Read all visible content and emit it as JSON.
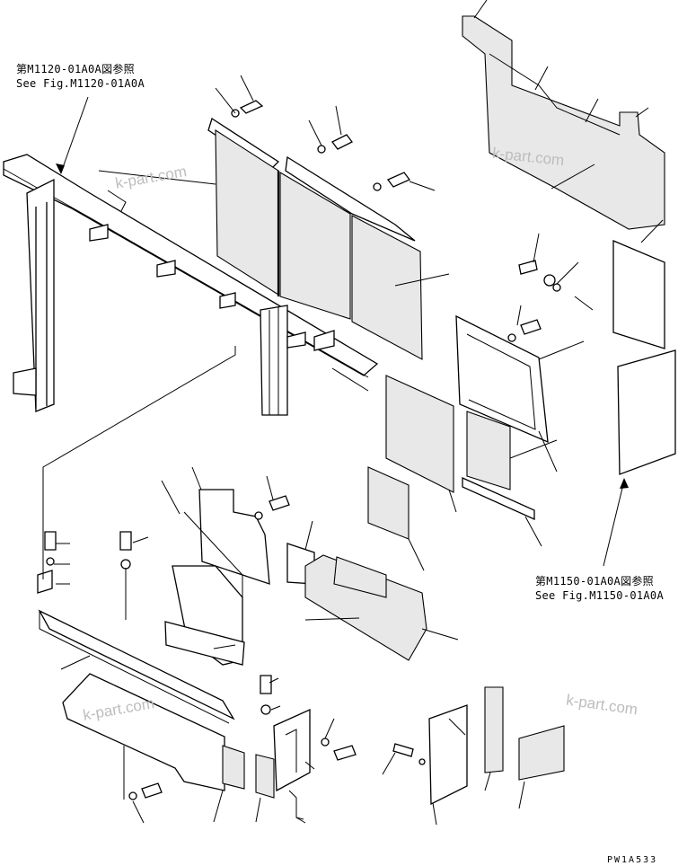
{
  "references": {
    "top_left": {
      "jp": "第M1120-01A0A図参照",
      "en": "See Fig.M1120-01A0A"
    },
    "right": {
      "jp": "第M1150-01A0A図参照",
      "en": "See Fig.M1150-01A0A"
    }
  },
  "watermarks": [
    "k-part.com",
    "k-part.com",
    "k-part.com",
    "k-part.com"
  ],
  "drawing_code": "PW1A533",
  "colors": {
    "line": "#000000",
    "watermark": "#bdbdbd",
    "background": "#ffffff"
  }
}
